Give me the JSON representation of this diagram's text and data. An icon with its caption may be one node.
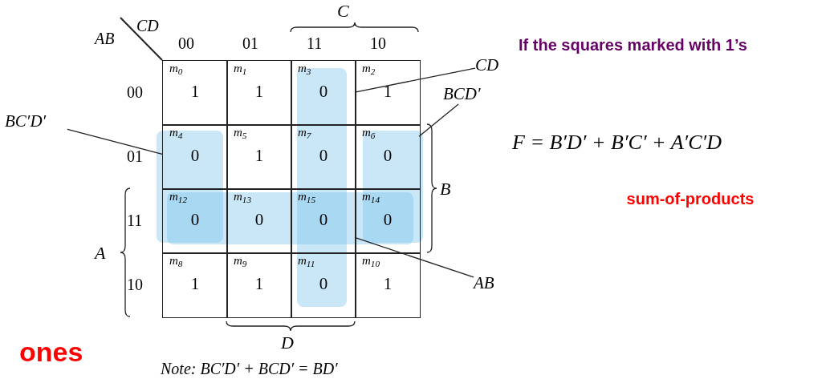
{
  "diagram": {
    "nodes": [
      {
        "text": [
          "m$_{0}$",
          "1"
        ]
      },
      {
        "text": [
          "m$_{1}$",
          "1"
        ]
      },
      {
        "text": [
          "m$_{3}$",
          "0"
        ]
      },
      {
        "text": [
          "m$_{2}$",
          "1"
        ]
      },
      {
        "text": [
          "m$_{4}$",
          "0"
        ]
      },
      {
        "text": [
          "m$_{5}$",
          "1"
        ]
      },
      {
        "text": [
          "m$_{7}$",
          "0"
        ]
      },
      {
        "text": [
          "m$_{6}$",
          "0"
        ]
      },
      {
        "text": [
          "m$_{12}$",
          "0"
        ]
      },
      {
        "text": [
          "m$_{13}$",
          "0"
        ]
      },
      {
        "text": [
          "m$_{15}$",
          "0"
        ]
      },
      {
        "text": [
          "m$_{14}$",
          "0"
        ]
      },
      {
        "text": [
          "m$_{8}$",
          "1"
        ]
      },
      {
        "text": [
          "m$_{9}$",
          "1"
        ]
      },
      {
        "text": [
          "m$_{11}$",
          "0"
        ]
      },
      {
        "text": [
          "m$_{10}$",
          "1"
        ]
      },
      {
        "text": [
          "CD"
        ]
      },
      {
        "text": [
          "BCD′"
        ]
      },
      {
        "text": [
          "BC′D′"
        ]
      },
      {
        "text": [
          "AB"
        ]
      }
    ],
    "edges": [
      {
        "from": 16,
        "to": 2,
        "arrow": "none"
      },
      {
        "from": 17,
        "to": 7,
        "arrow": "none"
      },
      {
        "from": 18,
        "to": 4,
        "arrow": "none"
      },
      {
        "from": 19,
        "to": 10,
        "arrow": "none"
      }
    ],
    "labels": [
      "C",
      "AB",
      "CD",
      "00",
      "01",
      "11",
      "10",
      "If the squares marked with 1’s",
      "00",
      "01",
      "B",
      "F = B′D′ + B′C′ + A′C′D",
      "11",
      "sum-of-products",
      "A",
      "10",
      "D",
      "ones",
      "Note: BC′D′ + BCD′ = BD′"
    ]
  }
}
